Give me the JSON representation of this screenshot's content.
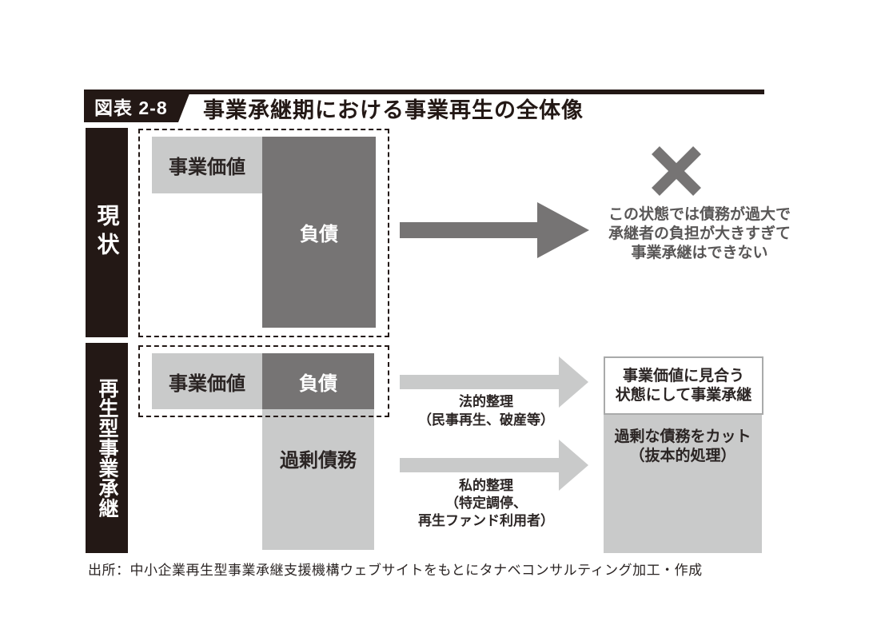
{
  "figure_label": "図表 2-8",
  "title": "事業承継期における事業再生の全体像",
  "source": "出所：中小企業再生型事業承継支援機構ウェブサイトをもとにタナベコンサルティング加工・作成",
  "colors": {
    "black": "#231815",
    "dark_gray": "#767474",
    "light_gray": "#c9caca",
    "caution_text": "#595757",
    "white_box_border": "#a9aaaa"
  },
  "current": {
    "side_label": "現状",
    "business_value_label": "事業価値",
    "debt_label": "負債",
    "x_mark_icon": "✕",
    "caution_lines": [
      "この状態では債務が過大で",
      "承継者の負担が大きすぎて",
      "事業承継はできない"
    ]
  },
  "revival": {
    "side_label": "再生型事業承継",
    "business_value_label": "事業価値",
    "debt_label": "負債",
    "excess_debt_label": "過剰債務",
    "legal_lines": [
      "法的整理",
      "（民事再生、破産等）"
    ],
    "private_lines": [
      "私的整理",
      "（特定調停、",
      "再生ファンド利用者）"
    ],
    "succession_lines": [
      "事業価値に見合う",
      "状態にして事業承継"
    ],
    "cut_lines": [
      "過剰な債務をカット",
      "（抜本的処理）"
    ]
  }
}
